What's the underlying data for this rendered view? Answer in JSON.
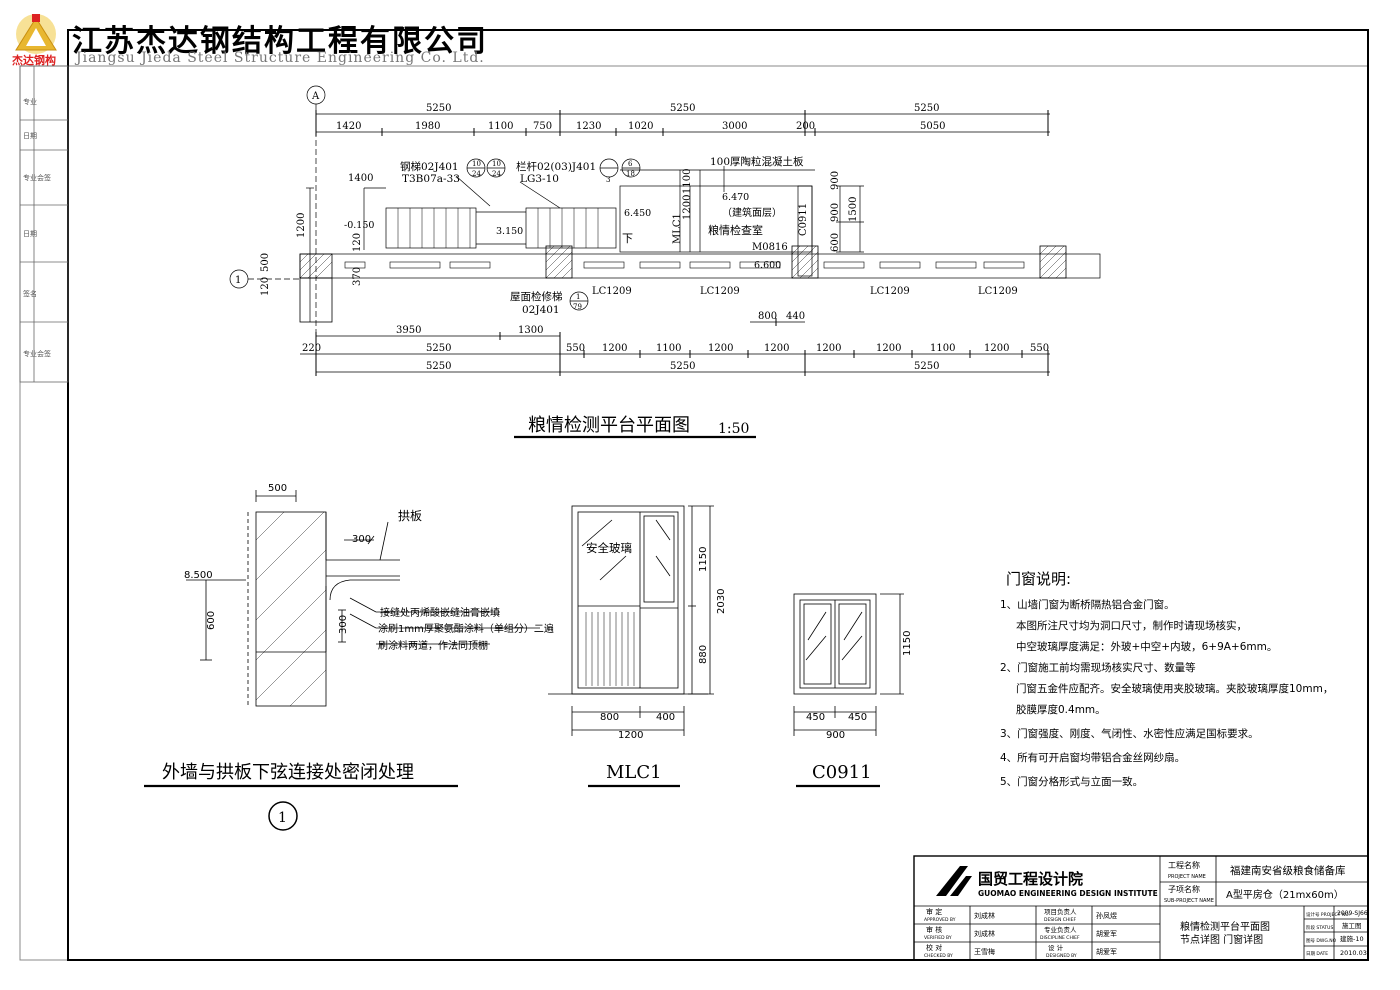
{
  "header": {
    "logo_caption": "杰达钢构",
    "company_cn": "江苏杰达钢结构工程有限公司",
    "company_en": "Jiangsu Jieda Steel Structure Engineering Co. Ltd."
  },
  "side_column": {
    "labels": [
      "专业",
      "日期",
      "专业会签",
      "日期",
      "签名",
      "专业会签"
    ]
  },
  "plan": {
    "axis_a": "A",
    "axis_1": "1",
    "top_dims_total": [
      "5250",
      "5250",
      "5250"
    ],
    "top_dims_detail": [
      "1420",
      "1980",
      "1100",
      "750",
      "1230",
      "1020",
      "3000",
      "200",
      "5050"
    ],
    "dims_left": [
      "1400",
      "1200",
      "500",
      "120",
      "370",
      "120"
    ],
    "dims_right": [
      "900",
      "1500",
      "1100",
      "1200",
      "900",
      "600"
    ],
    "labels": {
      "stair": "钢梯02J401",
      "stair_code": "T3B07a-33",
      "stair_ref_top": "10",
      "stair_ref_bot": "24",
      "stair_ref2_top": "10",
      "stair_ref2_bot": "24",
      "rail": "栏杆02(03)J401",
      "rail_code": "LG3-10",
      "rail_ref_top": "6",
      "rail_ref_bot": "18",
      "rail_ref_left": "3",
      "slab": "100厚陶粒混凝土板",
      "elev_1": "6.470",
      "elev_1_note": "（建筑面层）",
      "room": "粮情检查室",
      "door": "M0816",
      "elev_2": "6.450",
      "elev_3": "-0.150",
      "elev_4": "3.150",
      "elev_5": "6.600",
      "down": "下",
      "mlc": "MLC1",
      "c0911": "C0911",
      "roof_ladder": "屋面检修梯",
      "roof_ladder_code": "02J401",
      "roof_ref_top": "1",
      "roof_ref_bot": "79",
      "lc1": "LC1209",
      "lc2": "LC1209",
      "lc3": "LC1209",
      "lc4": "LC1209"
    },
    "bottom_dims_a": [
      "3950",
      "1300",
      "800",
      "440"
    ],
    "bottom_dims_b": [
      "220",
      "5250",
      "550",
      "1200",
      "1100",
      "1200",
      "1200",
      "1200",
      "1200",
      "1100",
      "1200",
      "550"
    ],
    "bottom_dims_c": [
      "5250",
      "5250",
      "5250"
    ],
    "title": "粮情检测平台平面图",
    "scale": "1:50"
  },
  "detail": {
    "dim_top": "500",
    "dim_300a": "300",
    "dim_300b": "300",
    "elev": "8.500",
    "dim_600": "600",
    "arch_label": "拱板",
    "note_1": "接缝处丙烯酸嵌缝油膏嵌填",
    "note_2": "涂刷1mm厚聚氨酯涂料（单组分）二遍",
    "note_3": "刷涂料两道，作法同顶棚",
    "title": "外墙与拱板下弦连接处密闭处理",
    "number": "1"
  },
  "mlc1": {
    "glass_label": "安全玻璃",
    "dim_w1": "800",
    "dim_w2": "400",
    "dim_total": "1200",
    "dim_h1": "1150",
    "dim_h2": "880",
    "dim_htotal": "2030",
    "title": "MLC1"
  },
  "c0911": {
    "dim_w1": "450",
    "dim_w2": "450",
    "dim_total": "900",
    "dim_h": "1150",
    "title": "C0911"
  },
  "notes": {
    "title": "门窗说明:",
    "lines": [
      "1、山墙门窗为断桥隔热铝合金门窗。",
      "   本图所注尺寸均为洞口尺寸，制作时请现场核实，",
      "   中空玻璃厚度满足：外玻+中空+内玻，6+9A+6mm。",
      "2、门窗施工前均需现场核实尺寸、数量等",
      "   门窗五金件应配齐。安全玻璃使用夹胶玻璃。夹胶玻璃厚度10mm，",
      "   胶膜厚度0.4mm。",
      "3、门窗强度、刚度、气闭性、水密性应满足国标要求。",
      "4、所有可开启窗均带铝合金丝网纱扇。",
      "5、门窗分格形式与立面一致。"
    ]
  },
  "titleblock": {
    "institute_cn": "国贸工程设计院",
    "institute_en": "GUOMAO ENGINEERING DESIGN INSTITUTE",
    "project_label_cn": "工程名称",
    "project_label_en": "PROJECT NAME",
    "project": "福建南安省级粮食储备库",
    "sub_label_cn": "子项名称",
    "sub_label_en": "SUB-PROJECT NAME",
    "sub_project": "A型平房仓（21mx60m）",
    "approved_cn": "审 定",
    "approved_en": "APPROVED BY",
    "approved": "刘成林",
    "verified_cn": "审 核",
    "verified_en": "VERIFIED BY",
    "verified": "刘成林",
    "checked_cn": "校 对",
    "checked_en": "CHECKED BY",
    "checked": "王雪梅",
    "pc_cn": "项目负责人",
    "pc_en": "DESIGN CHIEF",
    "pc": "孙凤煜",
    "dc_cn": "专业负责人",
    "dc_en": "DISCIPLINE CHIEF",
    "dc": "胡爱军",
    "design_cn": "设 计",
    "design_en": "DESIGNED BY",
    "design": "胡爱军",
    "drawing_title_1": "粮情检测平台平面图",
    "drawing_title_2": "节点详图 门窗详图",
    "proj_no_label": "设计号 PROJECT NO.",
    "proj_no": "2009-SJ66",
    "status_label": "阶段 STATUS",
    "status": "施工图",
    "dwg_label": "图号 DWG.NO",
    "dwg": "建施-10",
    "date_label": "日期 DATE",
    "date": "2010.03"
  }
}
